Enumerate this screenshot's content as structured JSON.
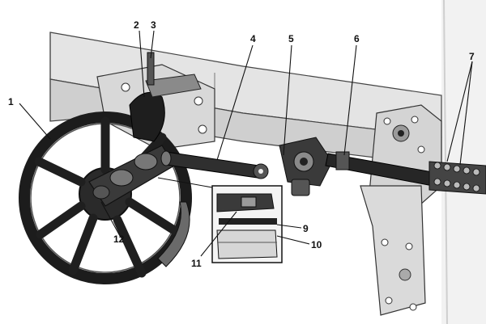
{
  "colors": {
    "ink": "#151515",
    "metal_dark": "#2a2a2a",
    "metal_mid": "#6a6a6a",
    "frame_light": "#e2e2e2",
    "frame_shade": "#bdbdbd",
    "page_edge": "#d8d8d8"
  },
  "callouts": [
    {
      "id": "1",
      "label": "1"
    },
    {
      "id": "2",
      "label": "2"
    },
    {
      "id": "3",
      "label": "3"
    },
    {
      "id": "4",
      "label": "4"
    },
    {
      "id": "5",
      "label": "5"
    },
    {
      "id": "6",
      "label": "6"
    },
    {
      "id": "7",
      "label": "7"
    },
    {
      "id": "9",
      "label": "9"
    },
    {
      "id": "10",
      "label": "10"
    },
    {
      "id": "11",
      "label": "11"
    },
    {
      "id": "12",
      "label": "12"
    }
  ]
}
